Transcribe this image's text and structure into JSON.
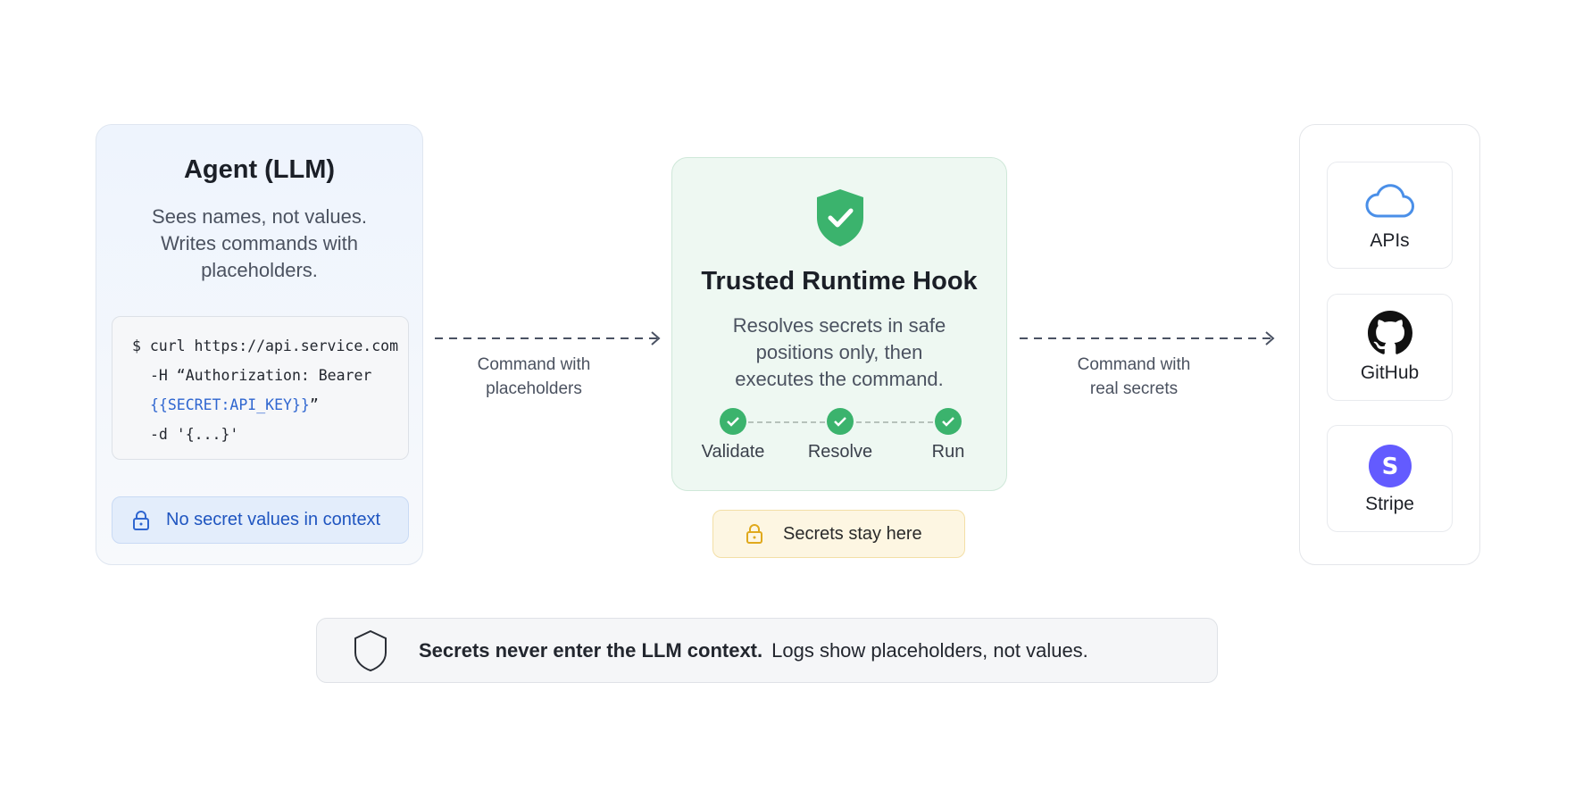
{
  "agent": {
    "title": "Agent (LLM)",
    "description": [
      "Sees names, not values.",
      "Writes commands with",
      "placeholders."
    ],
    "code": {
      "line1": "$ curl https://api.service.com",
      "line2": "-H “Authorization: Bearer",
      "line3_secret": "{{SECRET:API_KEY}}",
      "line3_suffix": "”",
      "line4": "-d '{...}'"
    },
    "badge": {
      "icon": "lock-icon",
      "label": "No secret values in context"
    }
  },
  "arrow1": {
    "label": [
      "Command with",
      "placeholders"
    ]
  },
  "hook": {
    "icon": "shield-check-icon",
    "title": "Trusted Runtime Hook",
    "description": [
      "Resolves secrets in safe",
      "positions only, then",
      "executes the command."
    ],
    "steps": [
      {
        "label": "Validate"
      },
      {
        "label": "Resolve"
      },
      {
        "label": "Run"
      }
    ],
    "badge": {
      "icon": "lock-icon",
      "label": "Secrets stay here"
    }
  },
  "arrow2": {
    "label": [
      "Command with",
      "real secrets"
    ]
  },
  "services": [
    {
      "label": "APIs",
      "icon": "cloud-icon"
    },
    {
      "label": "GitHub",
      "icon": "github-icon"
    },
    {
      "label": "Stripe",
      "icon": "stripe-icon"
    }
  ],
  "footer": {
    "icon": "shield-icon",
    "bold": "Secrets never enter the LLM context.",
    "text": "Logs show placeholders, not values."
  },
  "colors": {
    "blue": "#2f66d0",
    "green": "#3bb36d",
    "yellow": "#e0a91c",
    "stripe": "#635bff"
  }
}
